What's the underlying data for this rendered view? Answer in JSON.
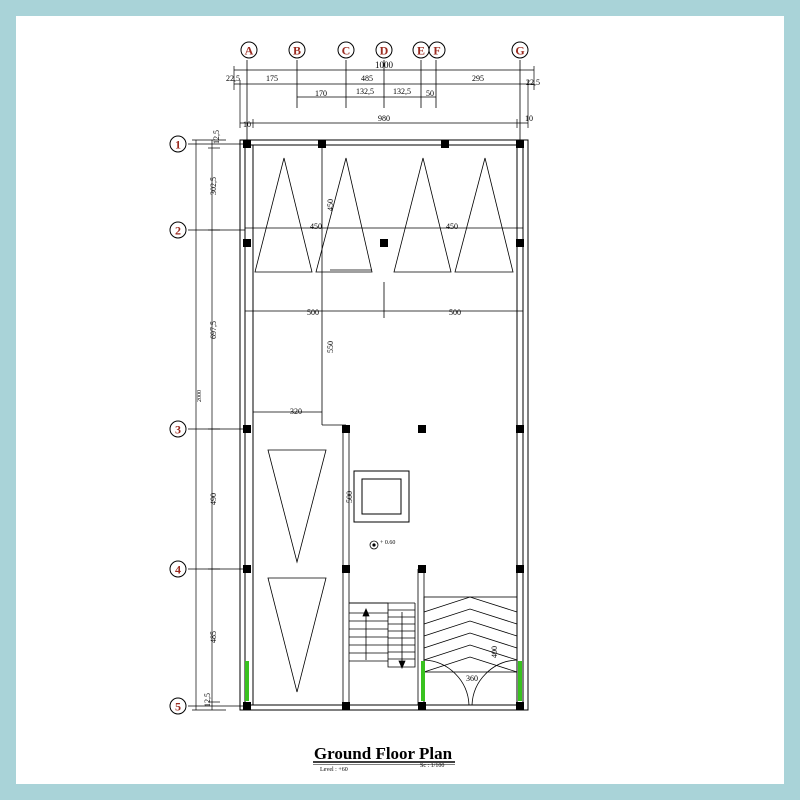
{
  "drawing": {
    "title": "Ground Floor Plan",
    "level": "Level : +60",
    "scale": "Sc : 1/100",
    "elevation_mark": "+ 0.60"
  },
  "grid_columns": [
    "A",
    "B",
    "C",
    "D",
    "E",
    "F",
    "G"
  ],
  "grid_rows": [
    "1",
    "2",
    "3",
    "4",
    "5"
  ],
  "dims_top": {
    "total": "1000",
    "left_edge": "22,5",
    "right_edge": "22,5",
    "a_b": "175",
    "b_f": "485",
    "f_g": "295",
    "b_c": "170",
    "c_d": "132,5",
    "d_e": "132,5",
    "e_f": "50",
    "inner_left": "10",
    "inner_total": "980",
    "inner_right": "10"
  },
  "dims_left": {
    "top_edge": "12,5",
    "r1_r2": "302,5",
    "r2_r3": "697,5",
    "total": "2000",
    "r3_r4": "490",
    "r4_r5": "485",
    "bottom_edge": "12,5"
  },
  "dims_interior": {
    "span_left_2": "450",
    "span_right_2": "450",
    "vertical_450": "450",
    "span_left_500": "500",
    "span_right_500": "500",
    "vertical_550": "550",
    "horizontal_320": "320",
    "vertical_500": "500",
    "vertical_400": "400",
    "horizontal_360": "360"
  },
  "colors": {
    "frame": "#a9d3d8",
    "grid_label": "#9b2b20",
    "door_jamb": "#39c21f"
  }
}
